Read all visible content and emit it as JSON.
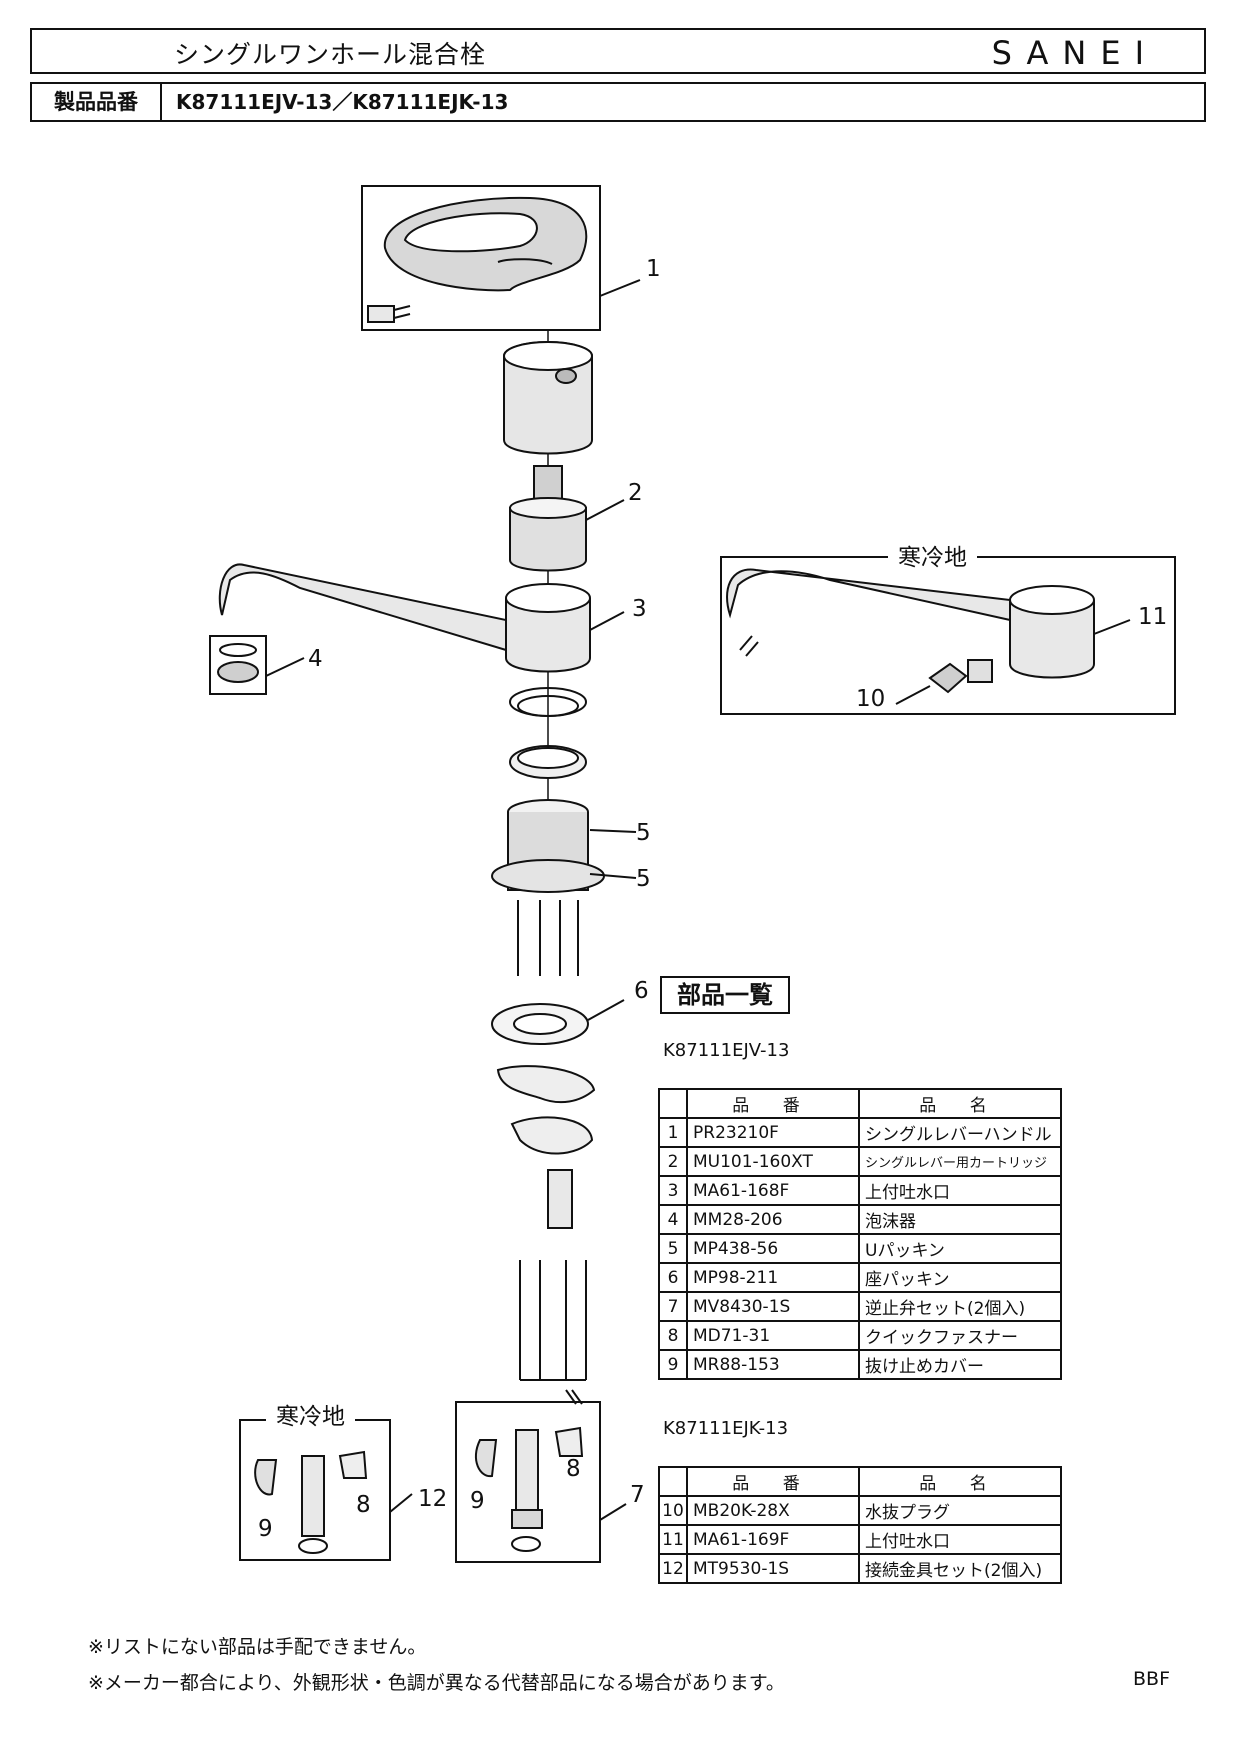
{
  "header": {
    "title": "シングルワンホール混合栓",
    "brand": "SANEI",
    "product_label": "製品品番",
    "product_value": "K87111EJV-13／K87111EJK-13"
  },
  "diagram": {
    "callouts": [
      "1",
      "2",
      "3",
      "4",
      "5",
      "5",
      "6",
      "7",
      "8",
      "9",
      "10",
      "11",
      "12",
      "8",
      "9"
    ],
    "cold_region_label": "寒冷地"
  },
  "parts_list": {
    "title": "部品一覧",
    "headers": [
      "",
      "品 番",
      "品 名"
    ],
    "group1": {
      "model": "K87111EJV-13",
      "rows": [
        [
          "1",
          "PR23210F",
          "シングルレバーハンドル"
        ],
        [
          "2",
          "MU101-160XT",
          "シングルレバー用カートリッジ"
        ],
        [
          "3",
          "MA61-168F",
          "上付吐水口"
        ],
        [
          "4",
          "MM28-206",
          "泡沫器"
        ],
        [
          "5",
          "MP438-56",
          "Uパッキン"
        ],
        [
          "6",
          "MP98-211",
          "座パッキン"
        ],
        [
          "7",
          "MV8430-1S",
          "逆止弁セット(2個入)"
        ],
        [
          "8",
          "MD71-31",
          "クイックファスナー"
        ],
        [
          "9",
          "MR88-153",
          "抜け止めカバー"
        ]
      ]
    },
    "group2": {
      "model": "K87111EJK-13",
      "rows": [
        [
          "10",
          "MB20K-28X",
          "水抜プラグ"
        ],
        [
          "11",
          "MA61-169F",
          "上付吐水口"
        ],
        [
          "12",
          "MT9530-1S",
          "接続金具セット(2個入)"
        ]
      ]
    }
  },
  "notes": [
    "※リストにない部品は手配できません。",
    "※メーカー都合により、外観形状・色調が異なる代替部品になる場合があります。"
  ],
  "code": "BBF"
}
